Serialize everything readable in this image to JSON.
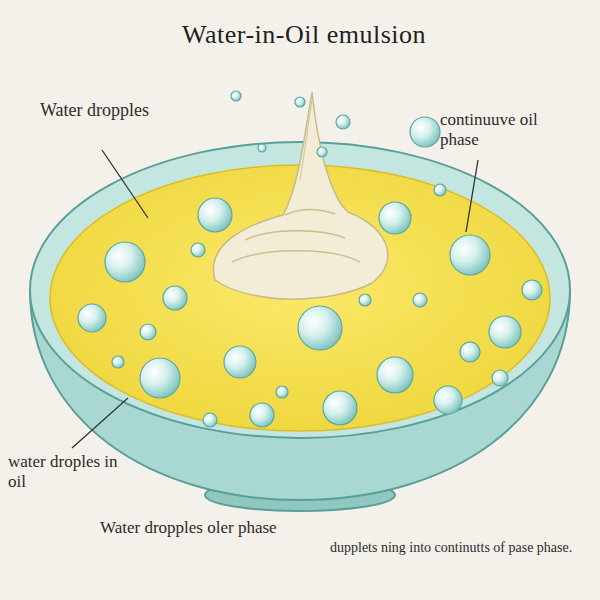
{
  "diagram": {
    "title": "Water-in-Oil emulsion",
    "labels": [
      "Water dropples",
      "continuuve oil phase",
      "water droples in oil",
      "Water dropples oler phase",
      "dupplets ning into continutts of pase phase."
    ]
  }
}
